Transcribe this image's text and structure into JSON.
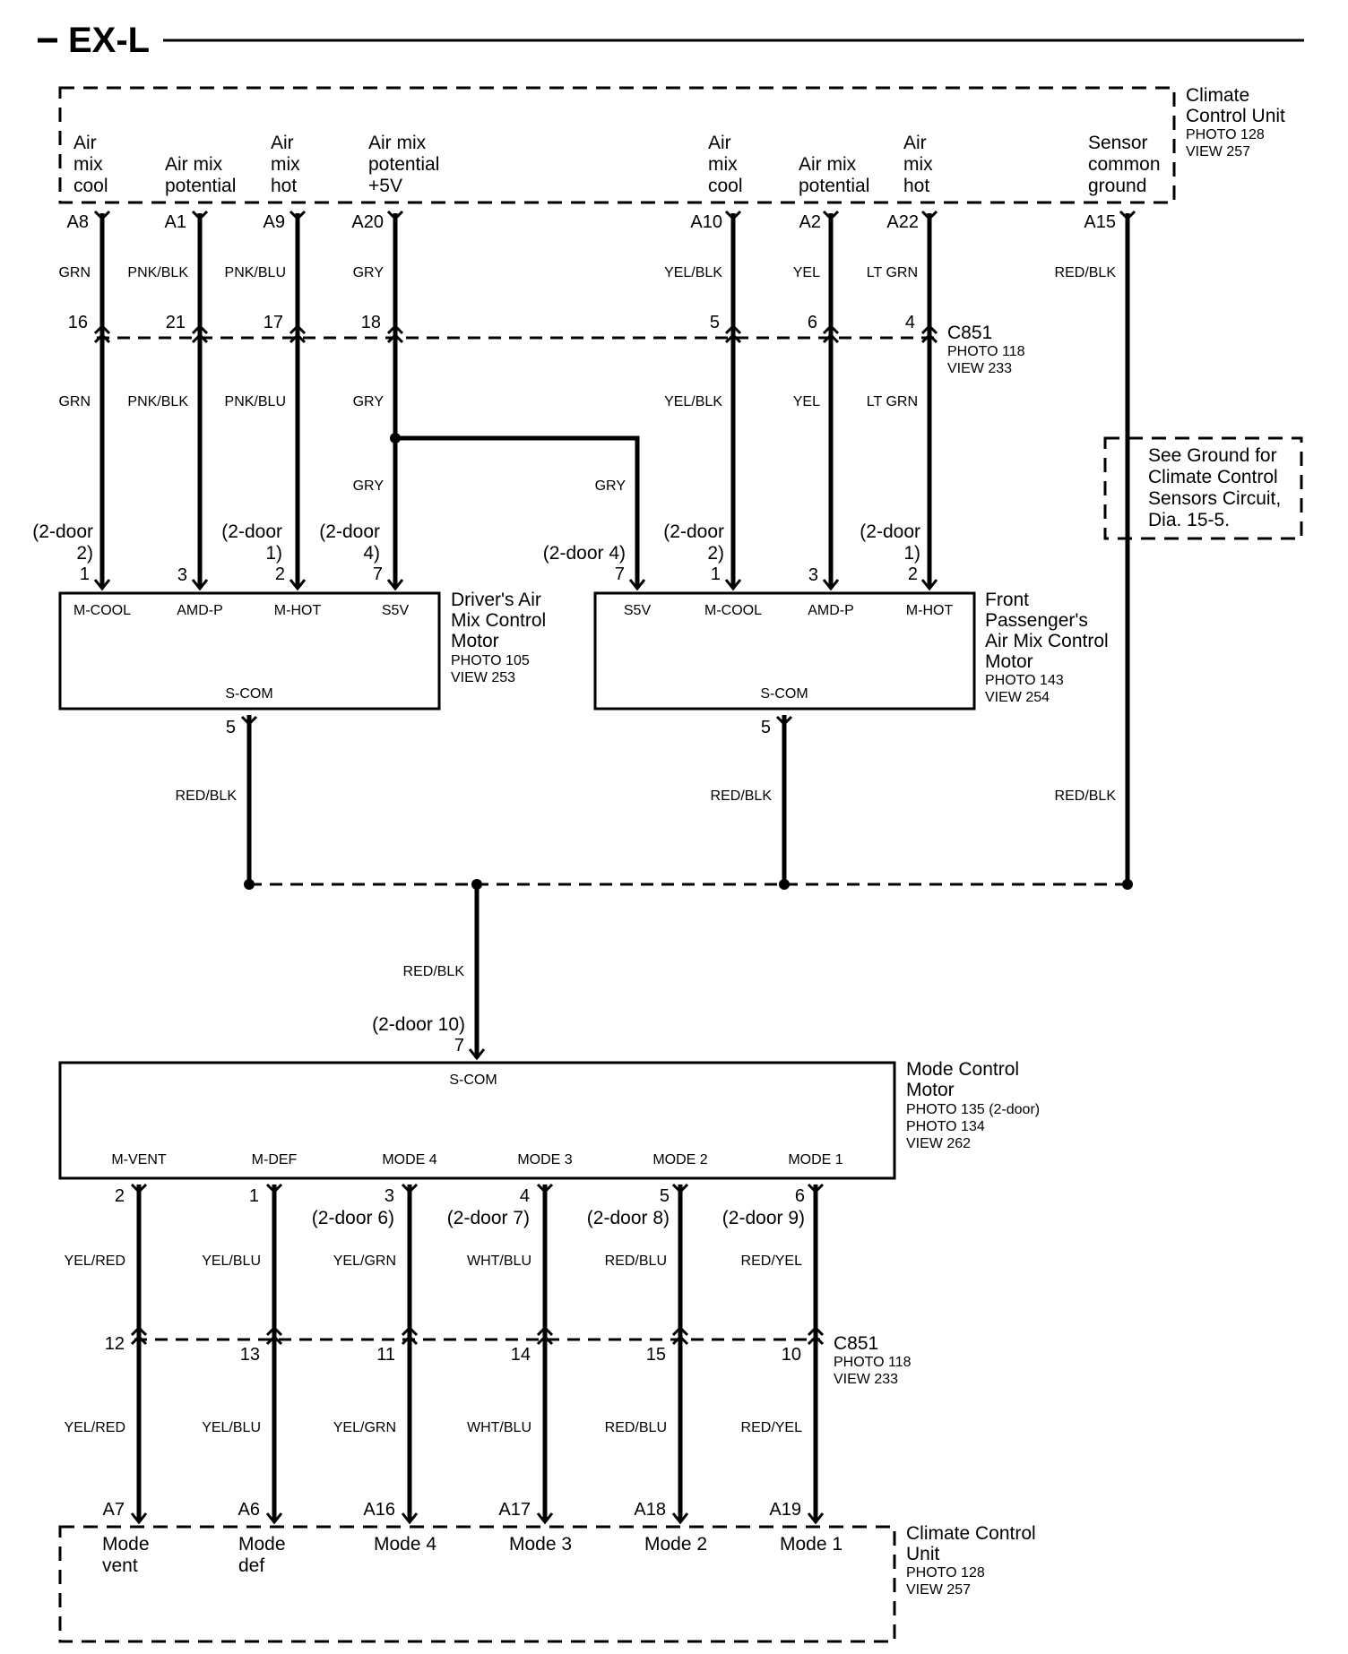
{
  "title": "EX-L",
  "ccu_top": {
    "name_lines": [
      "Climate",
      "Control Unit"
    ],
    "photo": "PHOTO 128",
    "view": "VIEW 257",
    "terminals": [
      {
        "lines": [
          "Air",
          "mix",
          "cool"
        ],
        "pin": "A8",
        "wire": "GRN"
      },
      {
        "lines": [
          "Air mix",
          "potential"
        ],
        "pin": "A1",
        "wire": "PNK/BLK"
      },
      {
        "lines": [
          "Air",
          "mix",
          "hot"
        ],
        "pin": "A9",
        "wire": "PNK/BLU"
      },
      {
        "lines": [
          "Air mix",
          "potential",
          "+5V"
        ],
        "pin": "A20",
        "wire": "GRY"
      },
      {
        "lines": [
          "Air",
          "mix",
          "cool"
        ],
        "pin": "A10",
        "wire": "YEL/BLK"
      },
      {
        "lines": [
          "Air mix",
          "potential"
        ],
        "pin": "A2",
        "wire": "YEL"
      },
      {
        "lines": [
          "Air",
          "mix",
          "hot"
        ],
        "pin": "A22",
        "wire": "LT GRN"
      },
      {
        "lines": [
          "Sensor",
          "common",
          "ground"
        ],
        "pin": "A15",
        "wire": "RED/BLK"
      }
    ]
  },
  "c851_top": {
    "name": "C851",
    "photo": "PHOTO 118",
    "view": "VIEW 233",
    "pins": [
      "16",
      "21",
      "17",
      "18",
      "5",
      "6",
      "4"
    ],
    "wires": [
      "GRN",
      "PNK/BLK",
      "PNK/BLU",
      "GRY",
      "YEL/BLK",
      "YEL",
      "LT GRN"
    ]
  },
  "branch": {
    "gry_left": "GRY",
    "gry_right": "GRY"
  },
  "ground_note": [
    "See Ground for",
    "Climate Control",
    "Sensors Circuit,",
    "Dia. 15-5."
  ],
  "driver_motor": {
    "name_lines": [
      "Driver's Air",
      "Mix Control",
      "Motor"
    ],
    "photo": "PHOTO 105",
    "view": "VIEW 253",
    "terminals": [
      "M-COOL",
      "AMD-P",
      "M-HOT",
      "S5V"
    ],
    "pins": [
      "1",
      "3",
      "2",
      "7"
    ],
    "alt_lines": [
      [
        "(2-door",
        "2)"
      ],
      [
        "(2-door",
        "1)"
      ],
      [
        "(2-door",
        "4)"
      ]
    ],
    "ground_terminal": "S-COM",
    "ground_pin": "5",
    "ground_wire": "RED/BLK"
  },
  "passenger_motor": {
    "name_lines": [
      "Front",
      "Passenger's",
      "Air Mix Control",
      "Motor"
    ],
    "photo": "PHOTO 143",
    "view": "VIEW 254",
    "terminals": [
      "S5V",
      "M-COOL",
      "AMD-P",
      "M-HOT"
    ],
    "pins": [
      "7",
      "1",
      "3",
      "2"
    ],
    "alt_s5v": "(2-door 4)",
    "alt_lines": [
      [
        "(2-door",
        "2)"
      ],
      [
        "(2-door",
        "1)"
      ]
    ],
    "ground_terminal": "S-COM",
    "ground_pin": "5",
    "ground_wire": "RED/BLK"
  },
  "sensor_ground_wire": "RED/BLK",
  "common_ground": {
    "wire": "RED/BLK",
    "alt": "(2-door 10)",
    "pin": "7"
  },
  "mode_motor": {
    "name_lines": [
      "Mode Control",
      "Motor"
    ],
    "photos": [
      "PHOTO 135 (2-door)",
      "PHOTO 134"
    ],
    "view": "VIEW 262",
    "top_terminal": "S-COM",
    "terminals": [
      "M-VENT",
      "M-DEF",
      "MODE 4",
      "MODE 3",
      "MODE 2",
      "MODE 1"
    ],
    "pins": [
      "2",
      "1",
      "3",
      "4",
      "5",
      "6"
    ],
    "alts": [
      "",
      "",
      "(2-door 6)",
      "(2-door 7)",
      "(2-door 8)",
      "(2-door 9)"
    ],
    "wires": [
      "YEL/RED",
      "YEL/BLU",
      "YEL/GRN",
      "WHT/BLU",
      "RED/BLU",
      "RED/YEL"
    ]
  },
  "c851_bottom": {
    "name": "C851",
    "photo": "PHOTO 118",
    "view": "VIEW 233",
    "pins": [
      "12",
      "13",
      "11",
      "14",
      "15",
      "10"
    ],
    "wires": [
      "YEL/RED",
      "YEL/BLU",
      "YEL/GRN",
      "WHT/BLU",
      "RED/BLU",
      "RED/YEL"
    ]
  },
  "ccu_bottom": {
    "name_lines": [
      "Climate Control",
      "Unit"
    ],
    "photo": "PHOTO 128",
    "view": "VIEW 257",
    "pins": [
      "A7",
      "A6",
      "A16",
      "A17",
      "A18",
      "A19"
    ],
    "labels": [
      [
        "Mode",
        "vent"
      ],
      [
        "Mode",
        "def"
      ],
      [
        "Mode 4"
      ],
      [
        "Mode 3"
      ],
      [
        "Mode 2"
      ],
      [
        "Mode 1"
      ]
    ]
  }
}
